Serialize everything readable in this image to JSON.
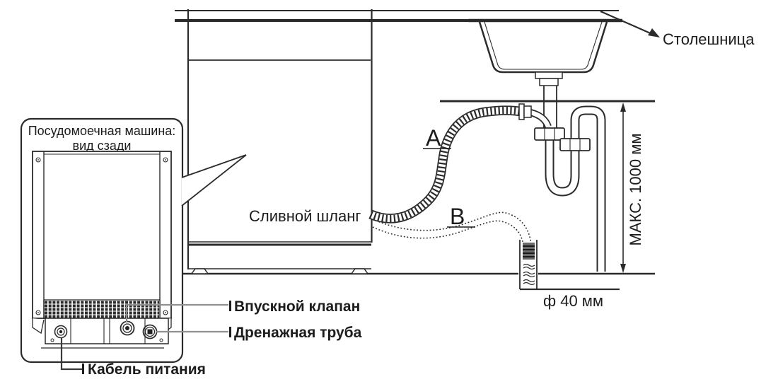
{
  "labels": {
    "countertop": "Столешница",
    "max_height": "МАКС. 1000 мм",
    "drain_hose": "Сливной шланг",
    "rear_view_title_line1": "Посудомоечная машина:",
    "rear_view_title_line2": "вид сзади",
    "inlet_valve": "Впускной клапан",
    "drain_pipe": "Дренажная труба",
    "power_cable": "Кабель питания",
    "pipe_diameter": "ф 40 мм",
    "option_a": "A",
    "option_b": "B"
  },
  "colors": {
    "line": "#2b2b2b",
    "leader_gray": "#909090",
    "leader_dark": "#3a3a3a",
    "text": "#1c1c1c",
    "hose_end_fill": "#6b6b6b",
    "background": "#ffffff"
  }
}
